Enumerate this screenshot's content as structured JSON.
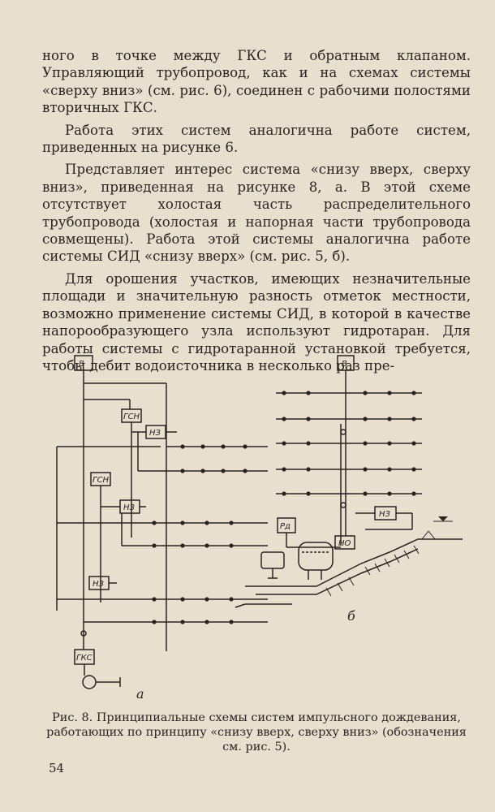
{
  "paragraphs": [
    "ного в точке между ГКС и обратным клапаном. Управляющий трубопровод, как и на схемах системы «сверху вниз» (см. рис. 6), соединен с рабочими полостями вторичных ГКС.",
    "Работа этих систем аналогична работе систем, приведенных на рисунке 6.",
    "Представляет интерес система «снизу вверх, сверху вниз», приведенная на рисунке 8, а. В этой схеме отсутствует холостая часть распределительного трубопровода (холостая и напорная части трубопровода совмещены). Работа этой системы аналогична работе системы СИД «снизу вверх» (см. рис. 5, б).",
    "Для орошения участков, имеющих незначительные площади и значительную разность отметок местности, возможно применение системы СИД, в которой в качестве напорообразующего узла используют гидротаран. Для работы системы с гидротаранной установкой требуется, чтобы дебит водоисточника в несколько раз пре-"
  ],
  "figure": {
    "labels_a": {
      "v": "В",
      "gsn1": "ГСН",
      "nz1": "НЗ",
      "gsn2": "ГСН",
      "nz2": "НЗ",
      "nz3": "НЗ",
      "gks": "ГКС",
      "sub": "а"
    },
    "labels_b": {
      "v": "В",
      "rd": "Рд",
      "nz": "НЗ",
      "no": "НО",
      "sub": "б"
    }
  },
  "caption": "Рис. 8. Принципиальные схемы систем импульсного дождевания, работающих по принципу «снизу вверх, сверху вниз» (обозначения см. рис. 5).",
  "page_number": "54"
}
